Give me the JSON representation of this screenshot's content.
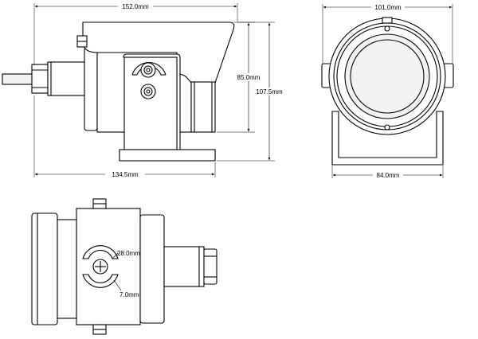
{
  "side_view": {
    "width_label": "152.0mm",
    "height_label": "85.0mm",
    "total_height_label": "107.5mm",
    "base_label": "134.5mm"
  },
  "front_view": {
    "width_label": "101.0mm",
    "base_label": "84.0mm"
  },
  "top_view": {
    "slot_diameter_label": "28.0mm",
    "slot_width_label": "7.0mm"
  }
}
